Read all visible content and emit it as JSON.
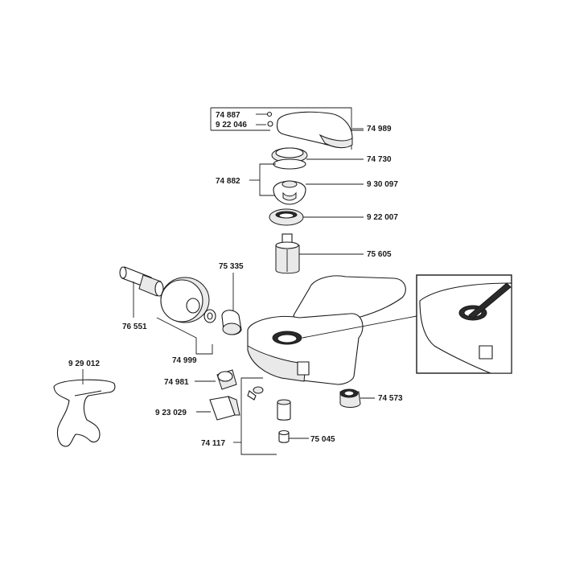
{
  "labels": {
    "p74887": "74 887",
    "p922046": "9 22 046",
    "p74989": "74 989",
    "p74730": "74 730",
    "p74882": "74 882",
    "p930097": "9 30 097",
    "p922007": "9 22 007",
    "p75605": "75 605",
    "p75335": "75 335",
    "p76551": "76 551",
    "p74999": "74 999",
    "p929012": "9 29 012",
    "p74981": "74 981",
    "p923029": "9 23 029",
    "p74573": "74 573",
    "p74117": "74 117",
    "p75045": "75 045"
  }
}
